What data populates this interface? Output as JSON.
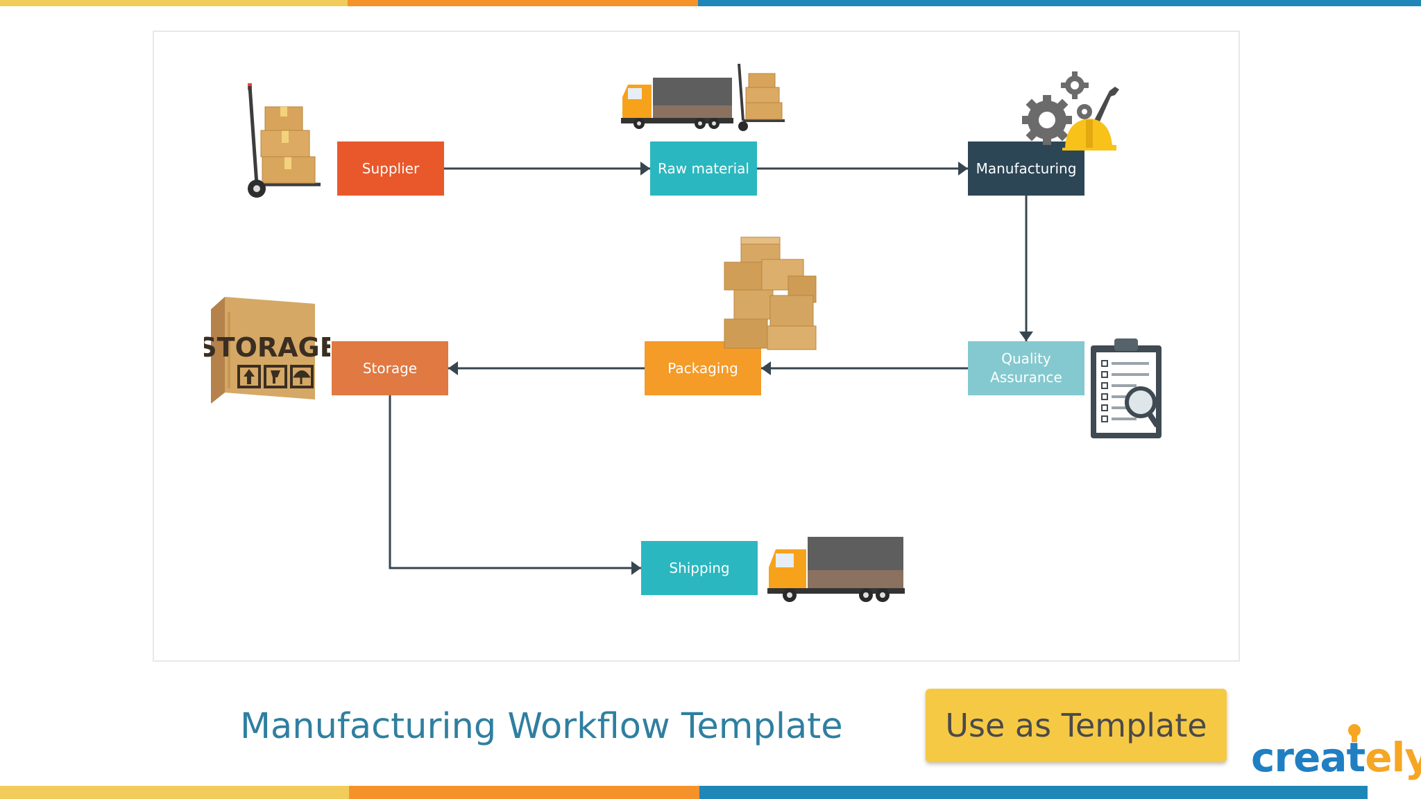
{
  "colors": {
    "stripe_yellow": "#f2cc5a",
    "stripe_orange": "#f5922a",
    "stripe_blue": "#1f86b8",
    "supplier": "#e8582a",
    "raw_material": "#2bb7bf",
    "manufacturing": "#2d4656",
    "quality_assurance": "#84c9cf",
    "packaging": "#f49b28",
    "storage": "#e07942",
    "shipping": "#2bb7bf",
    "connector": "#37454f",
    "title": "#2f7fa0",
    "cta": "#f6c945",
    "brand_blue": "#1f7fc2",
    "brand_orange": "#f5a623"
  },
  "diagram": {
    "nodes": {
      "supplier": "Supplier",
      "raw_material": "Raw material",
      "manufacturing": "Manufacturing",
      "quality_assurance": "Quality Assurance",
      "packaging": "Packaging",
      "storage": "Storage",
      "shipping": "Shipping"
    },
    "edges": [
      [
        "supplier",
        "raw_material"
      ],
      [
        "raw_material",
        "manufacturing"
      ],
      [
        "manufacturing",
        "quality_assurance"
      ],
      [
        "quality_assurance",
        "packaging"
      ],
      [
        "packaging",
        "storage"
      ],
      [
        "storage",
        "shipping"
      ]
    ],
    "icons": {
      "storage_label": "STORAGE"
    }
  },
  "page": {
    "title": "Manufacturing Workflow Template",
    "cta_label": "Use as Template",
    "brand_part1": "creat",
    "brand_part2": "ely"
  }
}
